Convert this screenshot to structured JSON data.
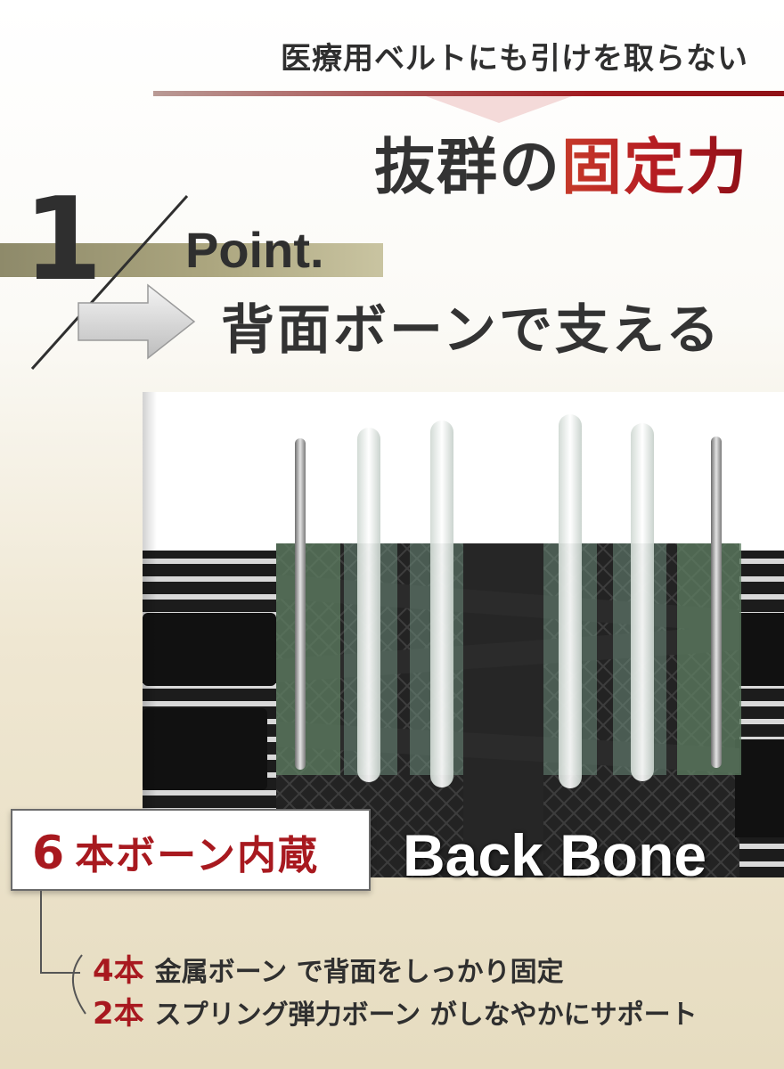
{
  "header": {
    "caption": "医療用ベルトにも引けを取らない",
    "headline_plain": "抜群の",
    "headline_accent": "固定力"
  },
  "point": {
    "number": "1",
    "label": "Point.",
    "subtitle": "背面ボーンで支える"
  },
  "badge": {
    "count": "6",
    "text": "本ボーン内蔵"
  },
  "photo": {
    "overlay_label": "Back Bone"
  },
  "features": [
    {
      "count": "4本",
      "text": "金属ボーン で背面をしっかり固定"
    },
    {
      "count": "2本",
      "text": "スプリング弾力ボーン がしなやかにサポート"
    }
  ],
  "colors": {
    "accent_red": "#a8191f",
    "dark_text": "#2f2f2f",
    "olive": "#aca67f",
    "belt_black": "#1c1c1c",
    "bone_green": "#5f7f63"
  },
  "icons": [
    "slash-divider-icon",
    "arrow-right-icon",
    "bracket-connector-icon"
  ]
}
